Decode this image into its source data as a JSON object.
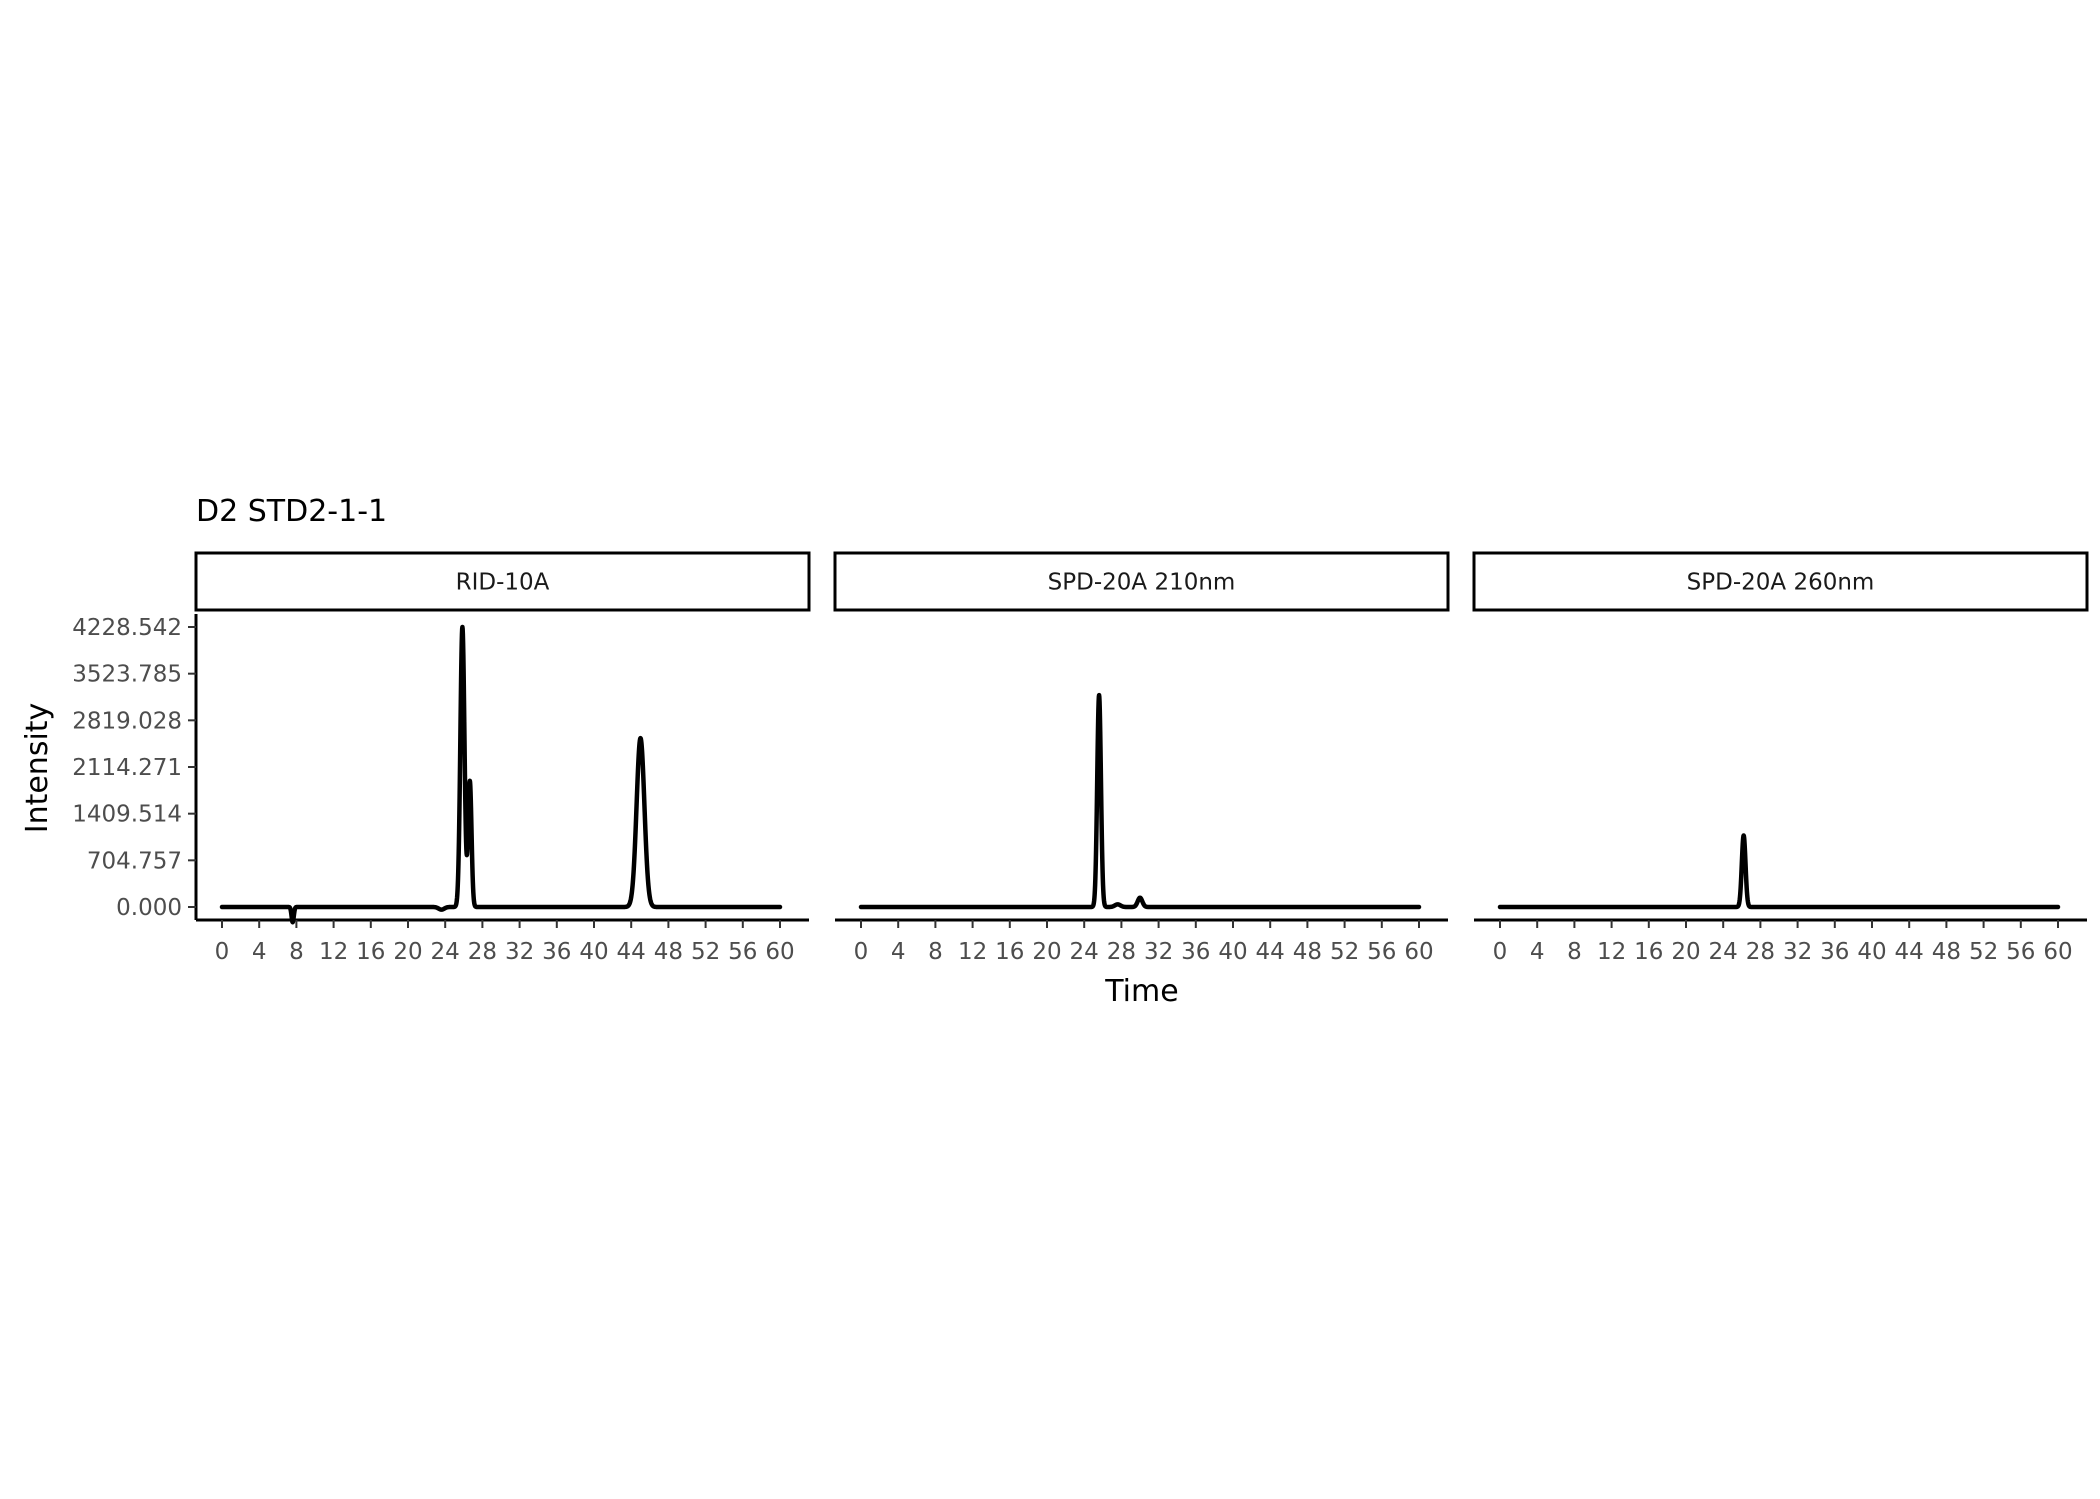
{
  "chart_data": {
    "type": "line",
    "title": "D2 STD2-1-1",
    "xlabel": "Time",
    "ylabel": "Intensity",
    "xlim": [
      0,
      60
    ],
    "ylim": [
      0,
      4228.542
    ],
    "x_ticks": [
      0,
      4,
      8,
      12,
      16,
      20,
      24,
      28,
      32,
      36,
      40,
      44,
      48,
      52,
      56,
      60
    ],
    "y_ticks": [
      "0.000",
      "704.757",
      "1409.514",
      "2114.271",
      "2819.028",
      "3523.785",
      "4228.542"
    ],
    "grid": false,
    "legend": "none",
    "line_color": "#000000",
    "panels": [
      {
        "name": "RID-10A",
        "baseline": 0,
        "peaks": [
          {
            "time": 7.6,
            "height": -230,
            "width": 0.12
          },
          {
            "time": 23.6,
            "height": -40,
            "width": 0.3
          },
          {
            "time": 25.85,
            "height": 4228,
            "width": 0.22
          },
          {
            "time": 26.65,
            "height": 1900,
            "width": 0.18
          },
          {
            "time": 45.0,
            "height": 2550,
            "width": 0.42
          }
        ]
      },
      {
        "name": "SPD-20A 210nm",
        "baseline": 0,
        "peaks": [
          {
            "time": 25.6,
            "height": 3200,
            "width": 0.2
          },
          {
            "time": 27.6,
            "height": 40,
            "width": 0.3
          },
          {
            "time": 30.0,
            "height": 140,
            "width": 0.25
          }
        ]
      },
      {
        "name": "SPD-20A 260nm",
        "baseline": 0,
        "peaks": [
          {
            "time": 26.2,
            "height": 1080,
            "width": 0.2
          }
        ]
      }
    ]
  }
}
